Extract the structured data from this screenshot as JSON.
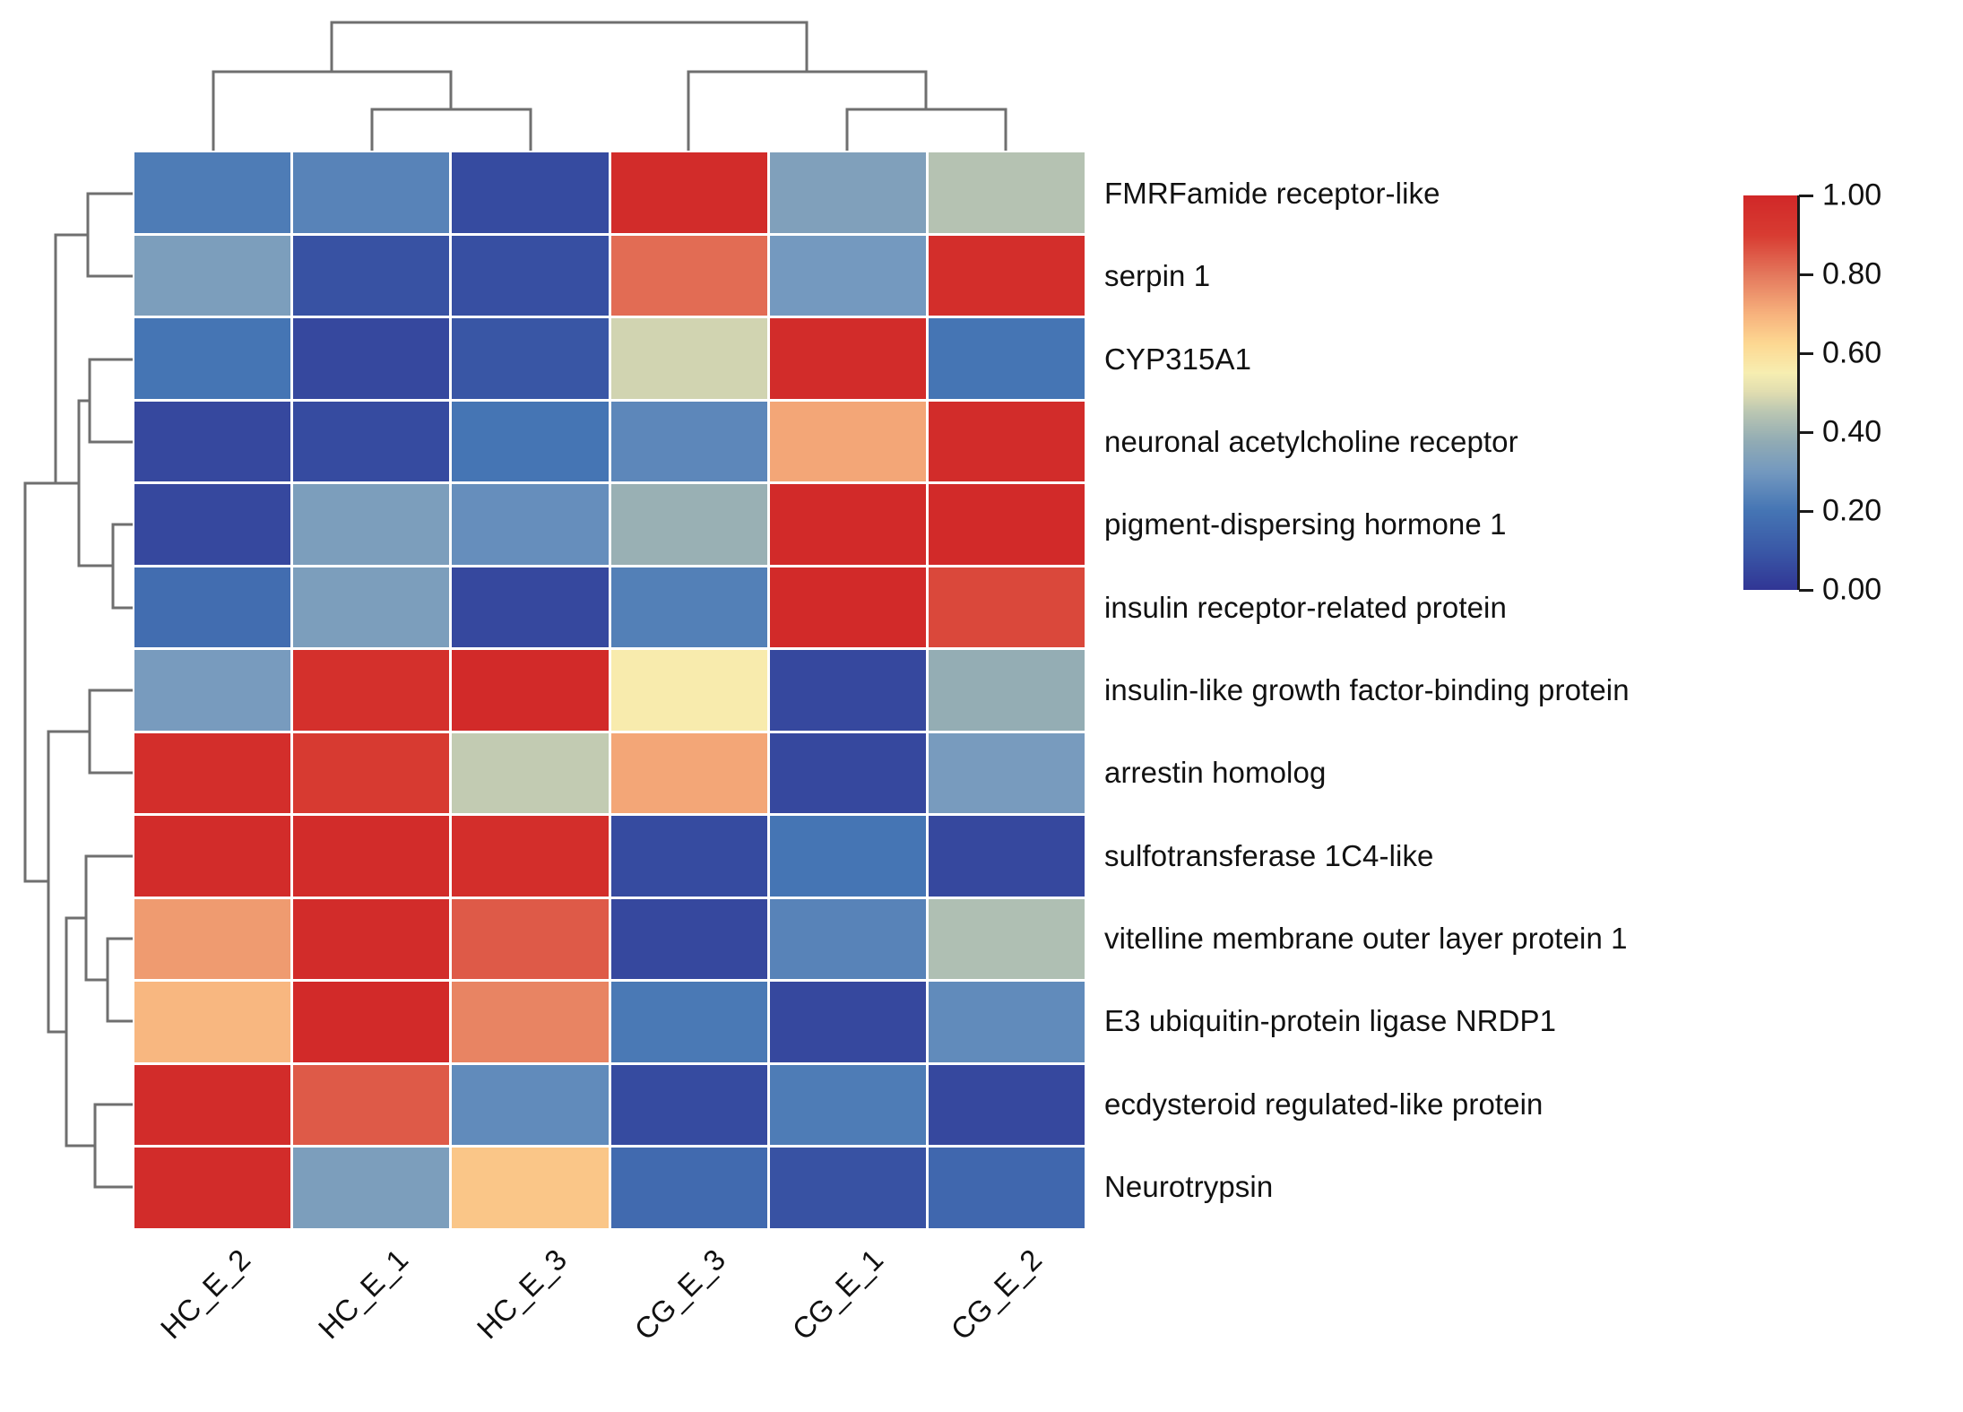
{
  "chart_data": {
    "type": "heatmap",
    "title": "",
    "xlabel": "",
    "ylabel": "",
    "colormap": "RdYlBu_r",
    "vmin": 0.0,
    "vmax": 1.0,
    "grid": false,
    "legend_position": "right",
    "columns": [
      "HC_E_2",
      "HC_E_1",
      "HC_E_3",
      "CG_E_3",
      "CG_E_1",
      "CG_E_2"
    ],
    "rows": [
      "FMRFamide receptor-like",
      "serpin 1",
      "CYP315A1",
      "neuronal acetylcholine receptor",
      "pigment-dispersing hormone 1",
      "insulin receptor-related protein",
      "insulin-like growth factor-binding protein",
      "arrestin homolog",
      "sulfotransferase 1C4-like",
      "vitelline membrane outer layer protein 1",
      "E3 ubiquitin-protein ligase NRDP1",
      "ecdysteroid regulated-like protein",
      "Neurotrypsin"
    ],
    "values": [
      [
        0.22,
        0.24,
        0.06,
        0.98,
        0.33,
        0.44
      ],
      [
        0.32,
        0.08,
        0.07,
        0.82,
        0.3,
        0.97
      ],
      [
        0.2,
        0.05,
        0.09,
        0.48,
        0.98,
        0.2
      ],
      [
        0.05,
        0.06,
        0.2,
        0.25,
        0.72,
        0.98
      ],
      [
        0.05,
        0.32,
        0.27,
        0.39,
        0.99,
        0.99
      ],
      [
        0.17,
        0.32,
        0.05,
        0.23,
        0.99,
        0.88
      ],
      [
        0.31,
        0.96,
        0.99,
        0.56,
        0.05,
        0.38
      ],
      [
        0.97,
        0.91,
        0.46,
        0.72,
        0.05,
        0.31
      ],
      [
        0.98,
        0.98,
        0.97,
        0.06,
        0.2,
        0.05
      ],
      [
        0.74,
        0.98,
        0.85,
        0.05,
        0.24,
        0.43
      ],
      [
        0.69,
        0.99,
        0.78,
        0.21,
        0.05,
        0.26
      ],
      [
        0.98,
        0.85,
        0.26,
        0.06,
        0.22,
        0.05
      ],
      [
        0.98,
        0.32,
        0.66,
        0.16,
        0.08,
        0.15
      ]
    ],
    "colorbar": {
      "ticks": [
        "1.00",
        "0.80",
        "0.60",
        "0.40",
        "0.20",
        "0.00"
      ],
      "tick_values": [
        1.0,
        0.8,
        0.6,
        0.4,
        0.2,
        0.0
      ]
    },
    "dendrogram": {
      "columns_present": true,
      "rows_present": true,
      "column_linkage_note": "two top clusters: (HC_E_2,(HC_E_1,HC_E_3)) and (CG_E_3,(CG_E_1,CG_E_2))",
      "row_linkage_note": "upper block rows 1-6 cluster together; lower block rows 7-13 cluster together"
    }
  }
}
